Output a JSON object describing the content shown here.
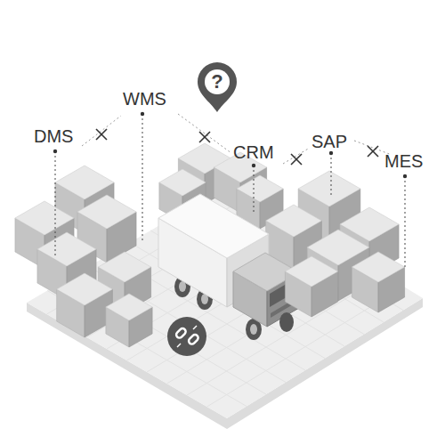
{
  "diagram": {
    "labels": [
      "?",
      "WMS",
      "DMS",
      "CRM",
      "SAP",
      "MES"
    ]
  }
}
